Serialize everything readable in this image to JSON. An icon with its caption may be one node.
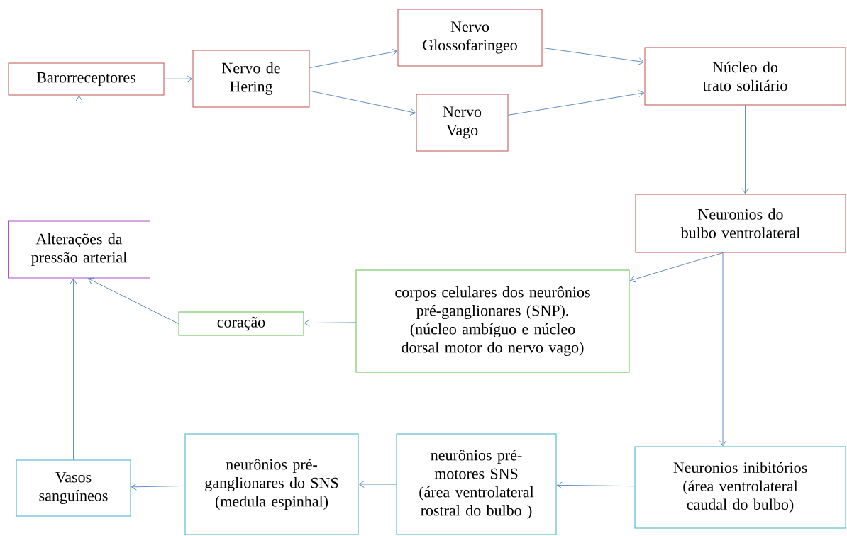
{
  "diagram": {
    "nodes": [
      {
        "text": [
          "Barorreceptores"
        ]
      },
      {
        "text": [
          "Nervo de Hering"
        ]
      },
      {
        "text": [
          "Nervo Glossofaringeo"
        ]
      },
      {
        "text": [
          "Nervo Vago"
        ]
      },
      {
        "text": [
          "Núcleo do trato solitário"
        ]
      },
      {
        "text": [
          "Neuronios do bulbo ventrolateral"
        ]
      },
      {
        "text": [
          "Alterações da pressão arterial"
        ]
      },
      {
        "text": [
          "corpos celulares dos neurônios pré-ganglionares (SNP). (núcleo ambíguo e núcleo dorsal motor do nervo vago)"
        ]
      },
      {
        "text": [
          "coração"
        ]
      },
      {
        "text": [
          "Neuronios inibitórios (área ventrolateral caudal do bulbo)"
        ]
      },
      {
        "text": [
          "neurônios pré-motores SNS (área ventrolateral rostral do bulbo )"
        ]
      },
      {
        "text": [
          "neurônios pré-ganglionares do SNS (medula espinhal)"
        ]
      },
      {
        "text": [
          "Vasos sanguíneos"
        ]
      }
    ],
    "edges": [
      {
        "from": 0,
        "to": 1,
        "arrow": "to"
      },
      {
        "from": 1,
        "to": 2,
        "arrow": "to"
      },
      {
        "from": 1,
        "to": 3,
        "arrow": "to"
      },
      {
        "from": 2,
        "to": 4,
        "arrow": "to"
      },
      {
        "from": 3,
        "to": 4,
        "arrow": "to"
      },
      {
        "from": 4,
        "to": 5,
        "arrow": "to"
      },
      {
        "from": 5,
        "to": 7,
        "arrow": "to"
      },
      {
        "from": 5,
        "to": 9,
        "arrow": "to"
      },
      {
        "from": 7,
        "to": 8,
        "arrow": "to"
      },
      {
        "from": 8,
        "to": 6,
        "arrow": "to"
      },
      {
        "from": 9,
        "to": 10,
        "arrow": "to"
      },
      {
        "from": 10,
        "to": 11,
        "arrow": "to"
      },
      {
        "from": 11,
        "to": 12,
        "arrow": "to"
      },
      {
        "from": 12,
        "to": 6,
        "arrow": "to"
      },
      {
        "from": 6,
        "to": 0,
        "arrow": "to"
      }
    ]
  }
}
